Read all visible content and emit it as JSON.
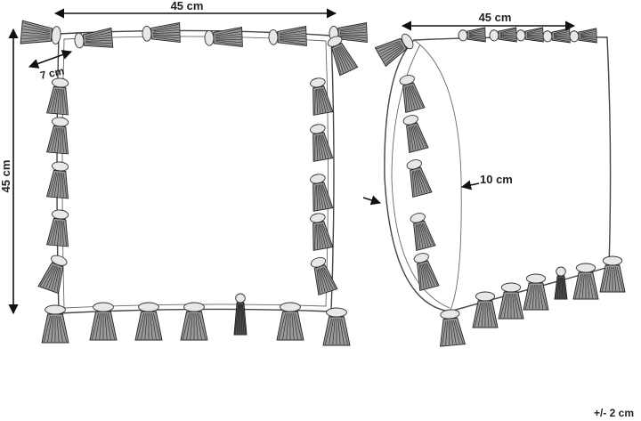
{
  "front_view": {
    "width_label": "45 cm",
    "height_label": "45 cm",
    "tassel_label": "7 cm"
  },
  "side_view": {
    "width_label": "45 cm",
    "depth_label": "10 cm"
  },
  "tolerance_label": "+/- 2 cm",
  "colors": {
    "line": "#444444",
    "tassel_dark": "#555555",
    "tassel_light": "#9a9a9a"
  }
}
